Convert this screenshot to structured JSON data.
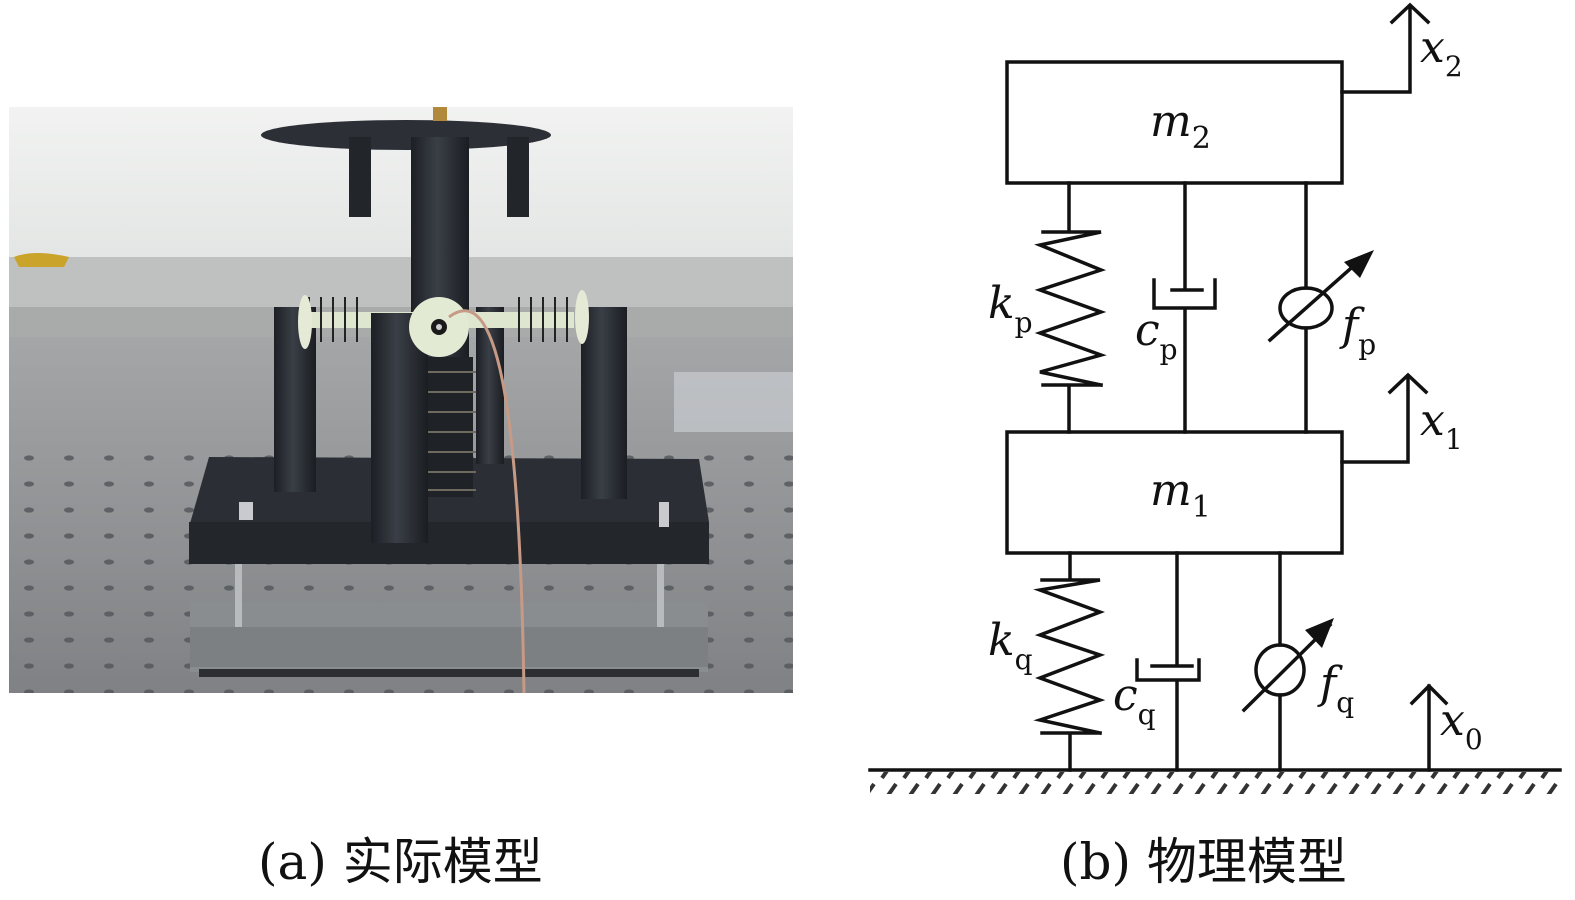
{
  "figure": {
    "panel_a": {
      "caption": "(a) 实际模型",
      "description": "photograph of two-stage spring-mass vibration isolator test rig on optical table"
    },
    "panel_b": {
      "caption": "(b) 物理模型",
      "masses": [
        {
          "symbol": "m",
          "subscript": "2"
        },
        {
          "symbol": "m",
          "subscript": "1"
        }
      ],
      "displacements": [
        {
          "symbol": "x",
          "subscript": "2"
        },
        {
          "symbol": "x",
          "subscript": "1"
        },
        {
          "symbol": "x",
          "subscript": "0"
        }
      ],
      "upper_stage": {
        "spring": {
          "symbol": "k",
          "subscript": "p"
        },
        "damper": {
          "symbol": "c",
          "subscript": "p"
        },
        "actuator": {
          "symbol": "f",
          "subscript": "p"
        }
      },
      "lower_stage": {
        "spring": {
          "symbol": "k",
          "subscript": "q"
        },
        "damper": {
          "symbol": "c",
          "subscript": "q"
        },
        "actuator": {
          "symbol": "f",
          "subscript": "q"
        }
      }
    }
  },
  "colors": {
    "line": "#111111",
    "table": "#8d8f93",
    "rig_dark": "#262a30",
    "base_plate": "#8a8d90",
    "wall": "#eceeed"
  }
}
